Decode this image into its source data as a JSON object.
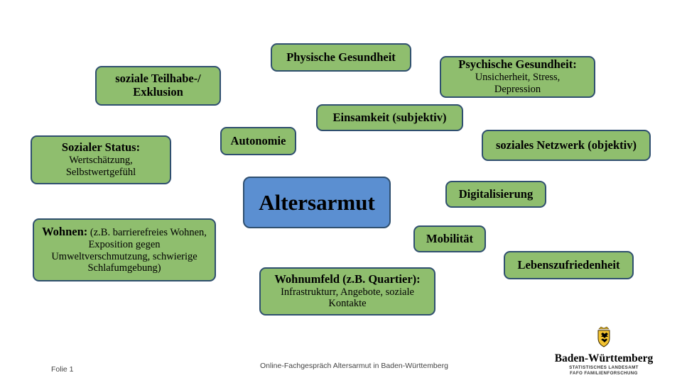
{
  "center": "Altersarmut",
  "nodes": {
    "physische": {
      "title": "Physische Gesundheit"
    },
    "psychische": {
      "title": "Psychische Gesundheit:",
      "detail": "Unsicherheit, Stress, Depression"
    },
    "teilhabe": {
      "title": "soziale Teilhabe-/ Exklusion"
    },
    "einsamkeit": {
      "title": "Einsamkeit (subjektiv)"
    },
    "autonomie": {
      "title": "Autonomie"
    },
    "netzwerk": {
      "title": "soziales Netzwerk (objektiv)"
    },
    "status": {
      "title": "Sozialer Status:",
      "detail": "Wertschätzung, Selbstwertgefühl"
    },
    "digitalisierung": {
      "title": "Digitalisierung"
    },
    "wohnen": {
      "title": "Wohnen:",
      "detail": "(z.B. barrierefreies Wohnen, Exposition gegen Umweltverschmutzung, schwierige Schlafumgebung)"
    },
    "mobilitaet": {
      "title": "Mobilität"
    },
    "lebenszufriedenheit": {
      "title": "Lebenszufriedenheit"
    },
    "wohnumfeld": {
      "title": "Wohnumfeld (z.B. Quartier):",
      "detail": "Infrastrukturr, Angebote, soziale Kontakte"
    }
  },
  "footer": {
    "slide": "Folie 1",
    "event": "Online-Fachgespräch Altersarmut in Baden-Württemberg"
  },
  "logo": {
    "title": "Baden-Württemberg",
    "line1": "STATISTISCHES LANDESAMT",
    "line2": "FAFO FAMILIENFORSCHUNG"
  }
}
